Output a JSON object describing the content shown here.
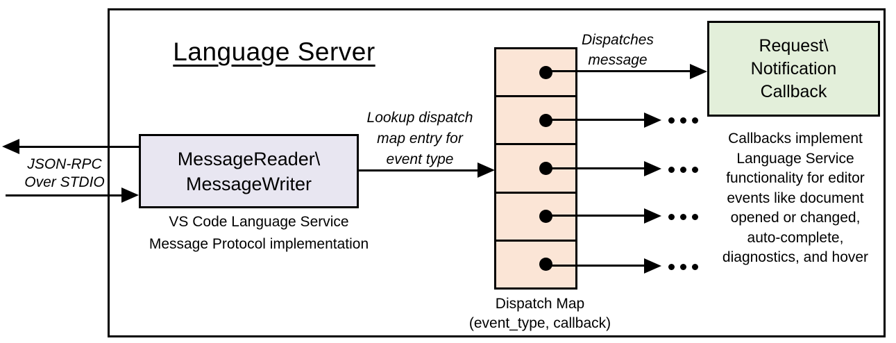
{
  "title": "Language Server",
  "reader_box": {
    "line1": "MessageReader\\",
    "line2": "MessageWriter",
    "caption_line1": "VS Code Language Service",
    "caption_line2": "Message Protocol implementation"
  },
  "io_label": {
    "line1": "JSON-RPC",
    "line2": "Over STDIO"
  },
  "lookup_label": {
    "line1": "Lookup dispatch",
    "line2": "map entry for",
    "line3": "event type"
  },
  "dispatches_label": {
    "line1": "Dispatches",
    "line2": "message"
  },
  "callback_box": {
    "line1": "Request\\",
    "line2": "Notification",
    "line3": "Callback"
  },
  "callbacks_note": {
    "lines": [
      "Callbacks implement",
      "Language Service",
      "functionality for editor",
      "events like document",
      "opened or changed,",
      "auto-complete,",
      "diagnostics, and hover"
    ]
  },
  "dispatch_map": {
    "row_count": 5,
    "label_line1": "Dispatch Map",
    "label_line2": "(event_type, callback)"
  },
  "colors": {
    "border": "#000000",
    "reader_fill": "#e8e6f1",
    "map_fill": "#fbe5d6",
    "callback_fill": "#e3efda"
  }
}
